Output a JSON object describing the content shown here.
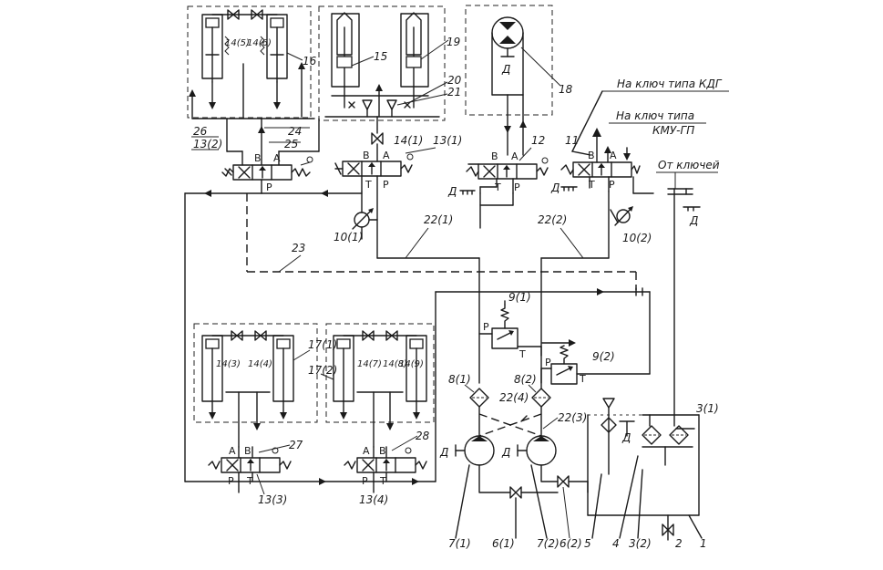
{
  "annotations": {
    "kdg": "На ключ типа КДГ",
    "kmu_line1": "На ключ типа",
    "kmu_line2": "КМУ-ГП",
    "from_tongs": "От ключей",
    "motor_letter": "Д"
  },
  "ports": {
    "a": "A",
    "b": "B",
    "p": "P",
    "t": "T"
  },
  "labels": {
    "l1": "1",
    "l2": "2",
    "l3_1": "3(1)",
    "l3_2": "3(2)",
    "l4": "4",
    "l5": "5",
    "l6_1": "6(1)",
    "l6_2": "6(2)",
    "l7_1": "7(1)",
    "l7_2": "7(2)",
    "l8_1": "8(1)",
    "l8_2": "8(2)",
    "l9_1": "9(1)",
    "l9_2": "9(2)",
    "l10_1": "10(1)",
    "l10_2": "10(2)",
    "l11": "11",
    "l12": "12",
    "l13_1": "13(1)",
    "l13_2": "13(2)",
    "l13_3": "13(3)",
    "l13_4": "13(4)",
    "l14_1": "14(1)",
    "l14_3": "14(3)",
    "l14_4": "14(4)",
    "l14_5": "14(5)",
    "l14_6": "14(6)",
    "l14_7": "14(7)",
    "l14_8": "14(8)",
    "l14_9": "14(9)",
    "l15": "15",
    "l16": "16",
    "l17_1": "17(1)",
    "l17_2": "17(2)",
    "l18": "18",
    "l19": "19",
    "l20": "20",
    "l21": "21",
    "l22_1": "22(1)",
    "l22_2": "22(2)",
    "l22_3": "22(3)",
    "l22_4": "22(4)",
    "l23": "23",
    "l24": "24",
    "l25": "25",
    "l26": "26",
    "l27": "27",
    "l28": "28"
  }
}
